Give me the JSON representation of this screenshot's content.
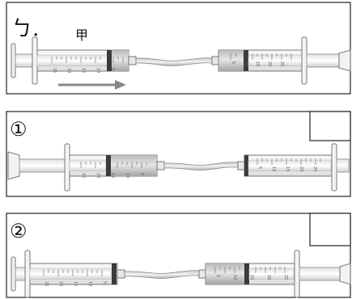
{
  "panels": [
    {
      "label": "ㄅ.",
      "sublabel": "甲",
      "arrow": true
    },
    {
      "label": "①"
    },
    {
      "label": "②"
    }
  ],
  "syringe_scale_marks": [
    "5",
    "10",
    "15",
    "20",
    "25"
  ]
}
